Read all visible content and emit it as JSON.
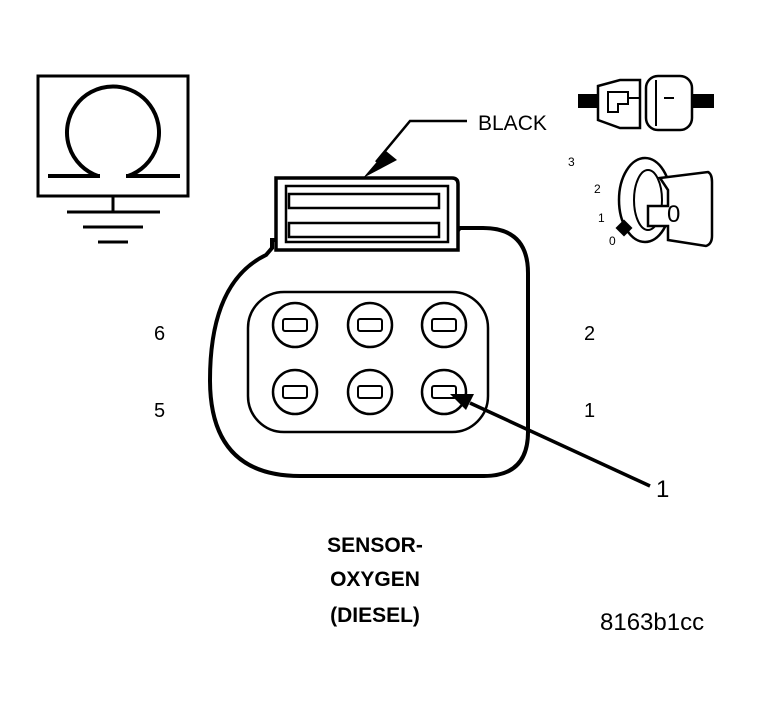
{
  "connector": {
    "color_label": "BLACK",
    "pin_labels": {
      "p1": "1",
      "p2": "2",
      "p5": "5",
      "p6": "6"
    },
    "callout_number": "1"
  },
  "caption": {
    "line1": "SENSOR-",
    "line2": "OXYGEN",
    "line3": "(DIESEL)"
  },
  "ignition": {
    "positions": [
      "3",
      "2",
      "1",
      "0"
    ],
    "key_label": "0"
  },
  "figure_id": "8163b1cc",
  "icons": {
    "ohmmeter": "ohmmeter-icon",
    "disconnect": "connector-disconnect-icon",
    "ignition": "ignition-key-off-icon"
  }
}
